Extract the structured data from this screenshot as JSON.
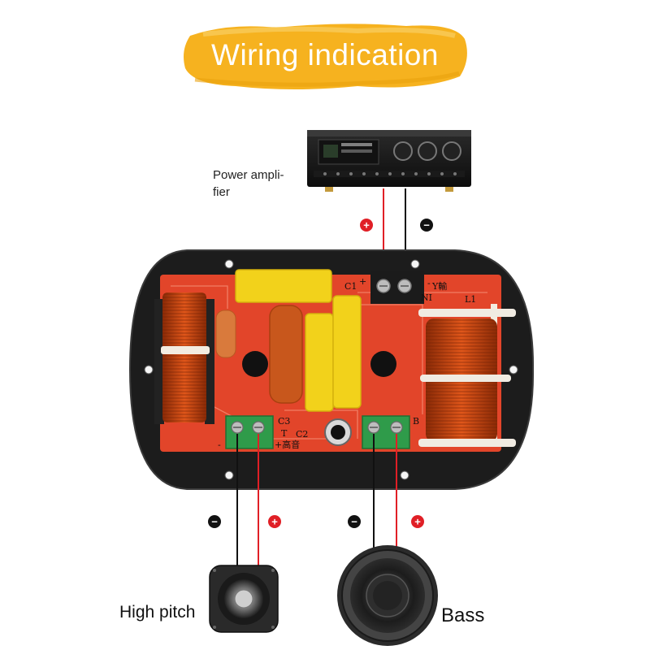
{
  "title": "Wiring indication",
  "amplifier": {
    "label_line1": "Power ampli-",
    "label_line2": "fier"
  },
  "tweeter_label": "High pitch",
  "woofer_label": "Bass",
  "pcb_markings": {
    "c1": "C1",
    "c2": "C2",
    "c3": "C3",
    "l1": "L1",
    "t": "T",
    "b": "B",
    "plus_sign": "+",
    "minus_sign": "-",
    "tweeter_terminal_text": "+高音",
    "input_terminal_text": "Y輸",
    "in_text": "NI"
  },
  "polarity": {
    "positive": "+",
    "negative": "−"
  },
  "colors": {
    "banner": "#f6b21f",
    "pcb": "#e2452a",
    "plate": "#1c1c1c",
    "terminal": "#2f9b4a",
    "positive_wire": "#e01f26",
    "negative_wire": "#111111",
    "coil": "#c2410c",
    "capacitor_yellow": "#f2d21b",
    "capacitor_orange": "#c8571c"
  }
}
